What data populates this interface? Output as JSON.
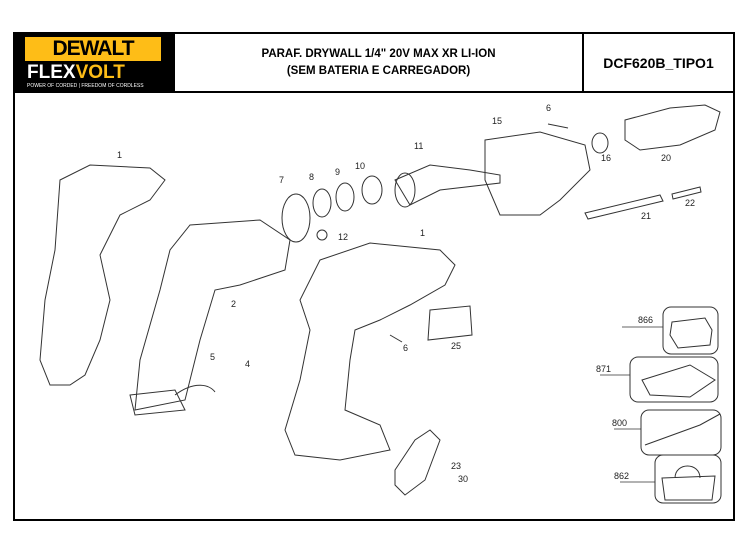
{
  "header": {
    "brand": "DEWALT",
    "sub_brand_a": "FLEX",
    "sub_brand_b": "VOLT",
    "tagline": "POWER OF CORDED | FREEDOM OF CORDLESS",
    "title_line1": "PARAF. DRYWALL 1/4\" 20V MAX XR LI-ION",
    "title_line2": "(SEM BATERIA E CARREGADOR)",
    "model": "DCF620B_TIPO1"
  },
  "callouts": [
    "1",
    "1",
    "2",
    "4",
    "5",
    "6",
    "6",
    "7",
    "8",
    "9",
    "10",
    "11",
    "12",
    "15",
    "16",
    "20",
    "21",
    "22",
    "23",
    "25",
    "30",
    "866",
    "871",
    "800",
    "862"
  ],
  "colors": {
    "brand_yellow": "#febd17",
    "line": "#333333"
  }
}
